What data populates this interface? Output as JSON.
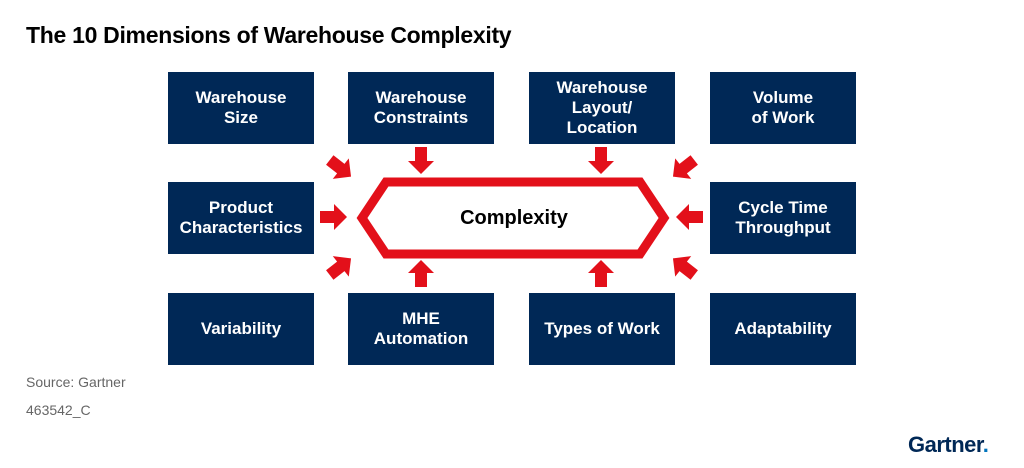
{
  "title": "The 10 Dimensions of Warehouse Complexity",
  "center": "Complexity",
  "dimensions": {
    "warehouse_size": "Warehouse\nSize",
    "warehouse_constraints": "Warehouse\nConstraints",
    "warehouse_layout": "Warehouse\nLayout/\nLocation",
    "volume_of_work": "Volume\nof Work",
    "product_characteristics": "Product\nCharacteristics",
    "cycle_time": "Cycle Time\nThroughput",
    "variability": "Variability",
    "mhe_automation": "MHE\nAutomation",
    "types_of_work": "Types of Work",
    "adaptability": "Adaptability"
  },
  "source": "Source: Gartner",
  "code": "463542_C",
  "logo": "Gartner",
  "logo_dot": ".",
  "colors": {
    "box": "#002856",
    "arrow": "#e3101a",
    "text": "#ffffff"
  }
}
